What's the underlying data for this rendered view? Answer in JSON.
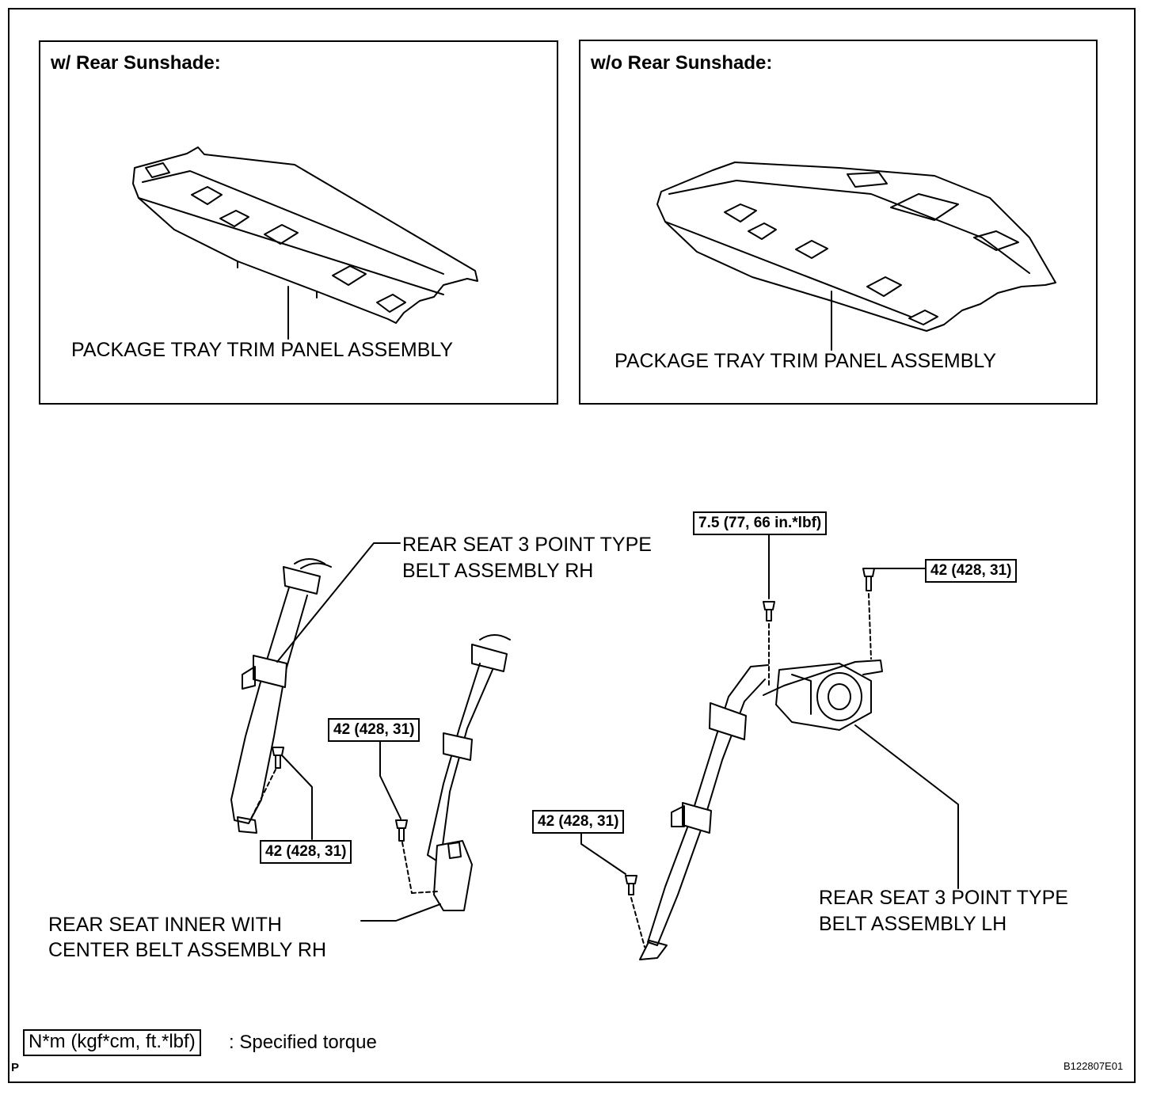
{
  "panels": {
    "left": {
      "header": "w/ Rear Sunshade:",
      "label": "PACKAGE TRAY TRIM PANEL ASSEMBLY"
    },
    "right": {
      "header": "w/o Rear Sunshade:",
      "label": "PACKAGE TRAY TRIM PANEL ASSEMBLY"
    }
  },
  "labels": {
    "rh_3point": [
      "REAR SEAT 3 POINT TYPE",
      "BELT ASSEMBLY RH"
    ],
    "inner_center": [
      "REAR SEAT INNER WITH",
      "CENTER BELT ASSEMBLY RH"
    ],
    "lh_3point": [
      "REAR SEAT 3 POINT TYPE",
      "BELT ASSEMBLY LH"
    ]
  },
  "torques": {
    "top_center": "7.5 (77, 66 in.*lbf)",
    "top_right": "42 (428, 31)",
    "center": "42 (428, 31)",
    "left_bottom": "42 (428, 31)",
    "lower_mid": "42 (428, 31)"
  },
  "legend": {
    "box": "N*m (kgf*cm, ft.*lbf)",
    "text": ": Specified torque"
  },
  "corner_letter": "P",
  "figure_id": "B122807E01"
}
